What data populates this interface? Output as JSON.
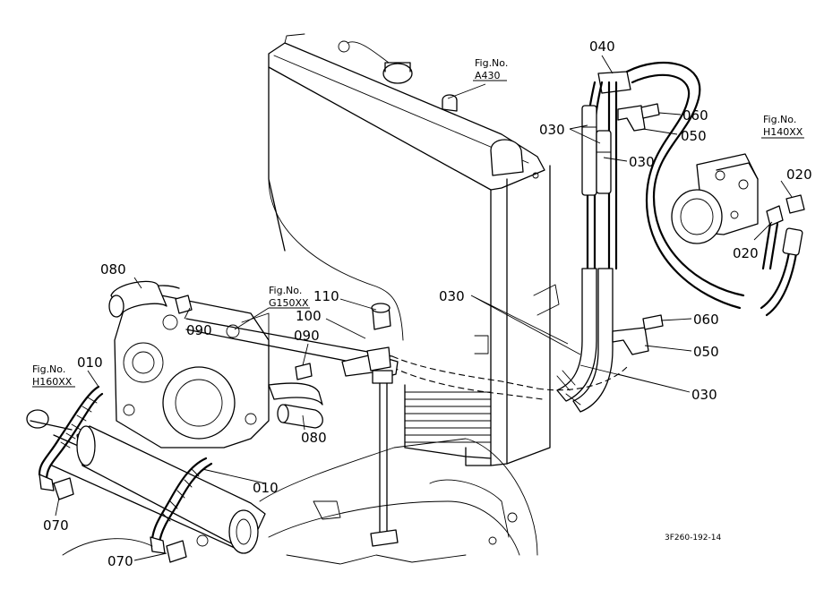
{
  "part_numbers": {
    "p040": "040",
    "p030_a": "030",
    "p030_b": "030",
    "p030_c": "030",
    "p030_d": "030",
    "p060_a": "060",
    "p060_b": "060",
    "p050_a": "050",
    "p050_b": "050",
    "p020_a": "020",
    "p020_b": "020",
    "p080_a": "080",
    "p080_b": "080",
    "p090_a": "090",
    "p090_b": "090",
    "p110": "110",
    "p100": "100",
    "p010_a": "010",
    "p010_b": "010",
    "p070_a": "070",
    "p070_b": "070"
  },
  "figure_refs": {
    "a430": {
      "label": "Fig.No.",
      "number": "A430"
    },
    "h140": {
      "label": "Fig.No.",
      "number": "H140XX"
    },
    "g150": {
      "label": "Fig.No.",
      "number": "G150XX"
    },
    "h160": {
      "label": "Fig.No.",
      "number": "H160XX"
    }
  },
  "drawing_code": "3F260-192-14"
}
